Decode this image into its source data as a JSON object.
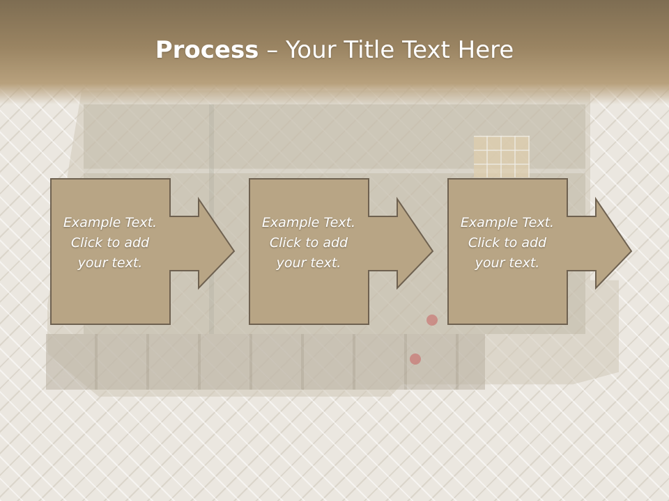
{
  "slide": {
    "title_bold": "Process",
    "title_rest": " – Your Title Text Here"
  },
  "steps": [
    {
      "lines": [
        "Example Text.",
        "Click  to add",
        "your text."
      ]
    },
    {
      "lines": [
        "Example Text.",
        "Click  to add",
        "your text."
      ]
    },
    {
      "lines": [
        "Example Text.",
        "Click  to add",
        "your text."
      ]
    }
  ],
  "colors": {
    "box_fill": "#b8a585",
    "box_border": "#6e6150",
    "title_band": "#9a8462",
    "text": "#ffffff"
  }
}
